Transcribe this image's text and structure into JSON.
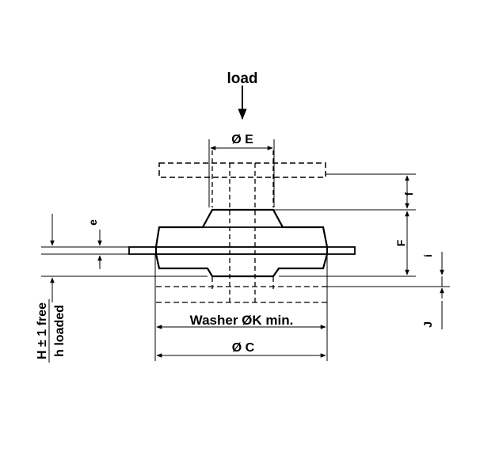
{
  "labels": {
    "load": "load",
    "dia_e": "Ø E",
    "washer": "Washer  ØK min.",
    "dia_c": "Ø C",
    "e": "e",
    "f_small": "f",
    "F": "F",
    "i": "i",
    "J": "J",
    "h_free": "H ± 1 free",
    "h_loaded": "h loaded"
  },
  "colors": {
    "line": "#000000",
    "background": "#ffffff"
  }
}
